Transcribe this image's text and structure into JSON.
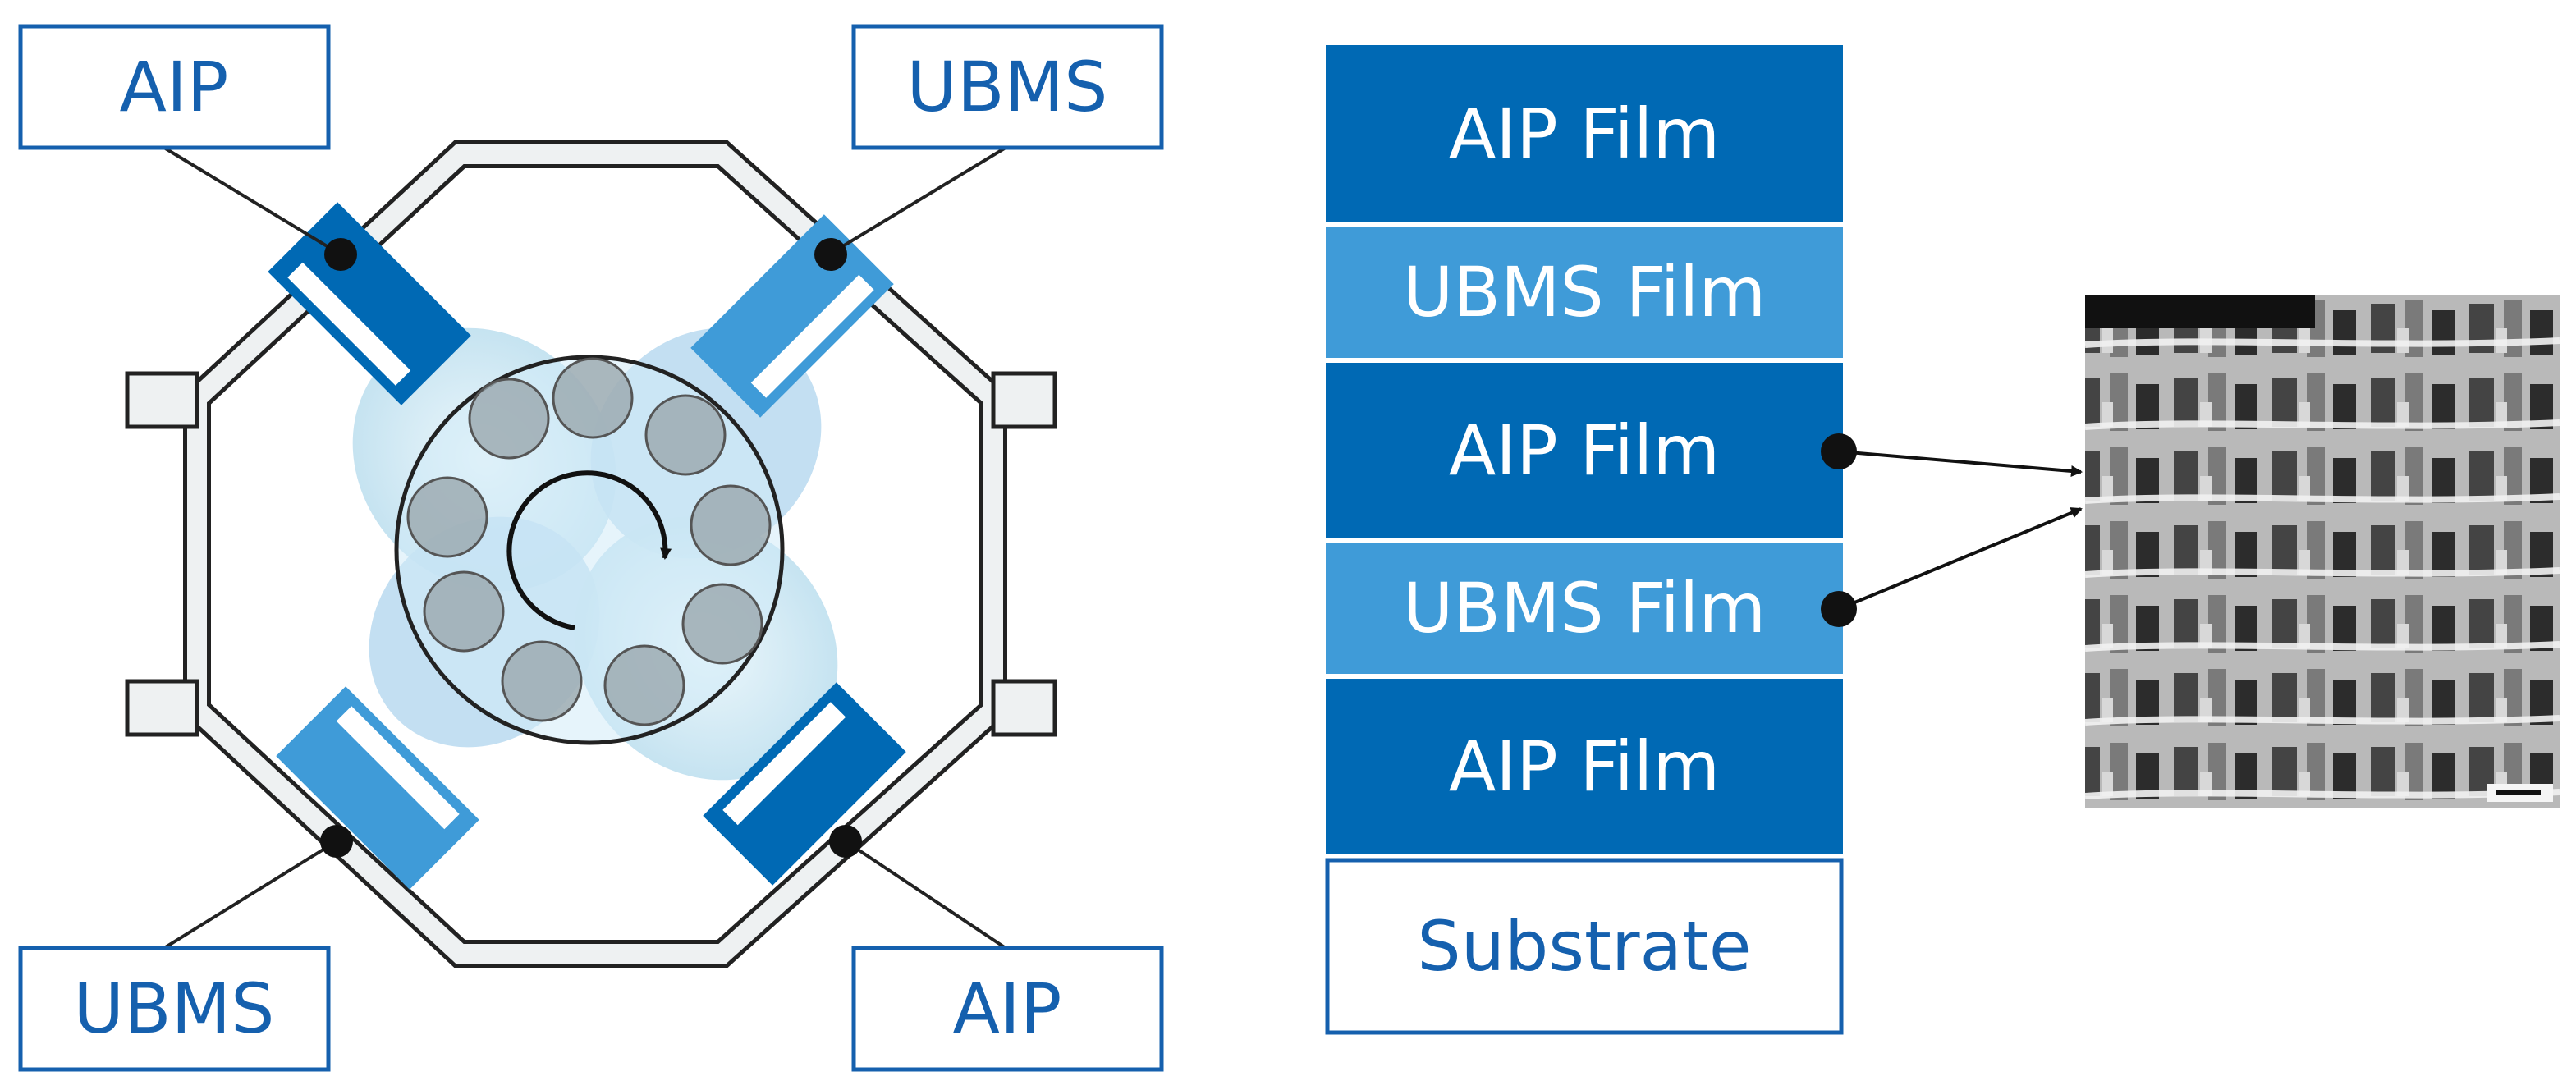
{
  "chamber": {
    "targets": {
      "top_left": "AIP",
      "top_right": "UBMS",
      "bottom_left": "UBMS",
      "bottom_right": "AIP"
    }
  },
  "layers": [
    {
      "label": "AIP Film",
      "kind": "aip"
    },
    {
      "label": "UBMS Film",
      "kind": "ubms"
    },
    {
      "label": "AIP Film",
      "kind": "aip"
    },
    {
      "label": "UBMS Film",
      "kind": "ubms"
    },
    {
      "label": "AIP Film",
      "kind": "aip"
    },
    {
      "label": "Substrate",
      "kind": "substrate"
    }
  ],
  "colors": {
    "aip": "#0069b4",
    "ubms": "#3f9bd8",
    "plume": "#c9e6f3",
    "label_text": "#1560ae",
    "outline": "#2a2a2a"
  }
}
